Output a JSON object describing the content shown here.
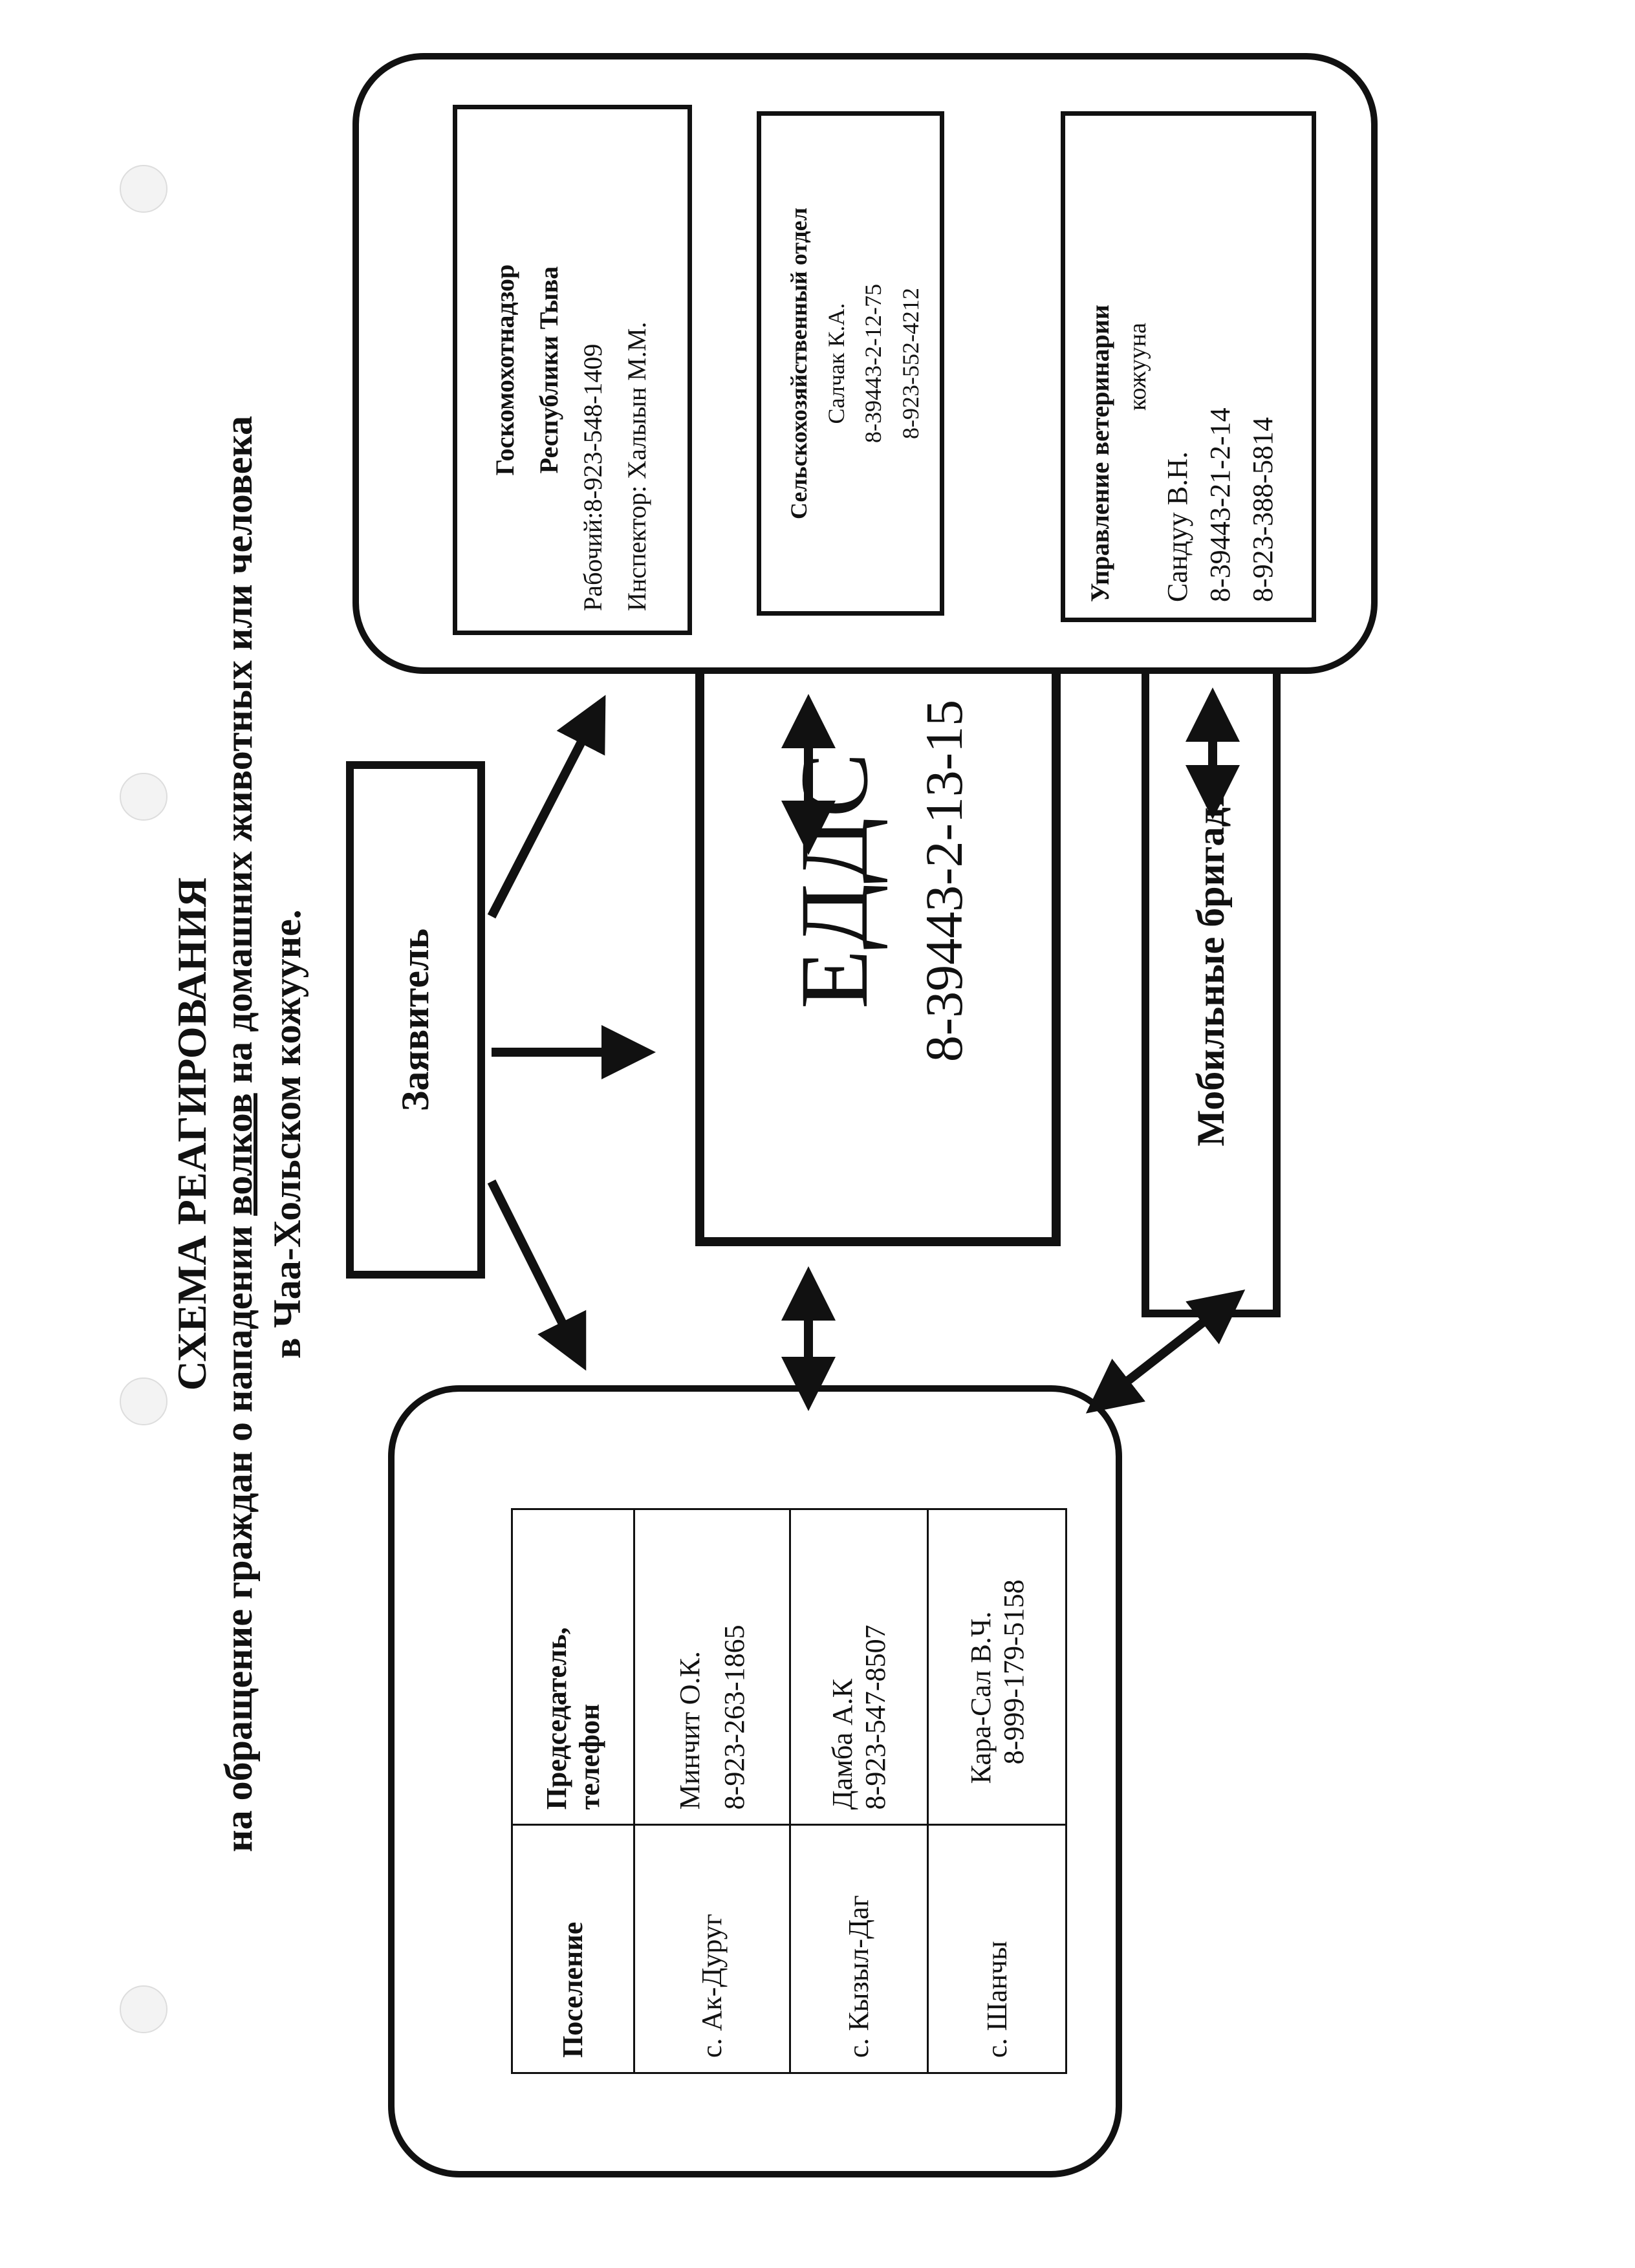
{
  "title": {
    "line1": "СХЕМА РЕАГИРОВАНИЯ",
    "line2_pre": "на обращение граждан о нападении ",
    "line2_emph": "волков",
    "line2_post": " на домашних животных или человека",
    "line3": "в Чаа-Хольском кожууне."
  },
  "applicant": {
    "label": "Заявитель"
  },
  "edds": {
    "name": "ЕДДС",
    "phone": "8-39443-2-13-15"
  },
  "mobile": {
    "label": "Мобильные бригады"
  },
  "agencies": {
    "goskomohot": {
      "name1": "Госкомохотнадзор",
      "name2": "Республики Тыва",
      "phone": "Рабочий:8-923-548-1409",
      "inspector": "Инспектор: Халыын М.М."
    },
    "selhoz": {
      "name": "Сельскохозяйственный отдел",
      "person": "Салчак К.А.",
      "phone1": "8-39443-2-12-75",
      "phone2": "8-923-552-4212"
    },
    "veterinary": {
      "name1": "Управление ветеринарии",
      "name2": "кожууна",
      "person": "Сандуу В.Н.",
      "phone1": "8-39443-21-2-14",
      "phone2": "8-923-388-5814"
    }
  },
  "settlements": {
    "headers": [
      "Поселение",
      "Председатель, телефон"
    ],
    "rows": [
      {
        "name": "с. Ак-Дуруг",
        "chair": "Минчит О.К.",
        "phone": "8-923-263-1865"
      },
      {
        "name": "с. Кызыл-Даг",
        "chair": "Дамба А.К",
        "phone": "8-923-547-8507"
      },
      {
        "name": "с. Шанчы",
        "chair": "Кара-Сал В.Ч.",
        "phone": "8-999-179-5158"
      }
    ]
  }
}
